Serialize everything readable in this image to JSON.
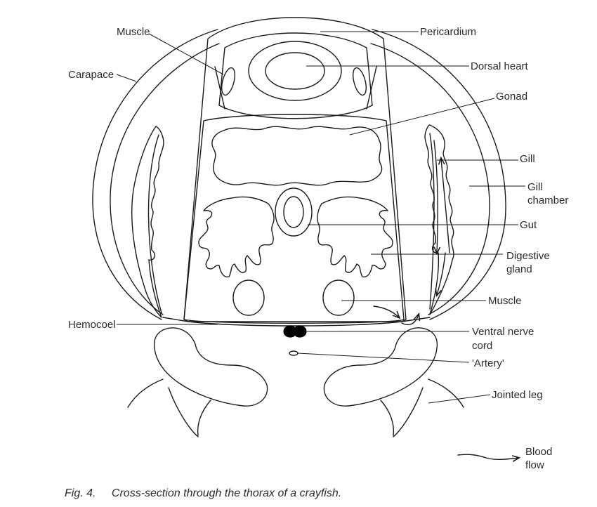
{
  "labels": {
    "muscle_top": "Muscle",
    "carapace": "Carapace",
    "pericardium": "Pericardium",
    "dorsal_heart": "Dorsal heart",
    "gonad": "Gonad",
    "gill": "Gill",
    "gill_chamber_1": "Gill",
    "gill_chamber_2": "chamber",
    "gut": "Gut",
    "digestive_gland_1": "Digestive",
    "digestive_gland_2": "gland",
    "muscle_right": "Muscle",
    "hemocoel": "Hemocoel",
    "ventral_nerve_cord_1": "Ventral nerve",
    "ventral_nerve_cord_2": "cord",
    "artery": "'Artery'",
    "jointed_leg": "Jointed leg",
    "blood_flow_1": "Blood",
    "blood_flow_2": "flow"
  },
  "caption": {
    "number": "Fig. 4.",
    "text": "Cross-section through the thorax of a crayfish."
  }
}
